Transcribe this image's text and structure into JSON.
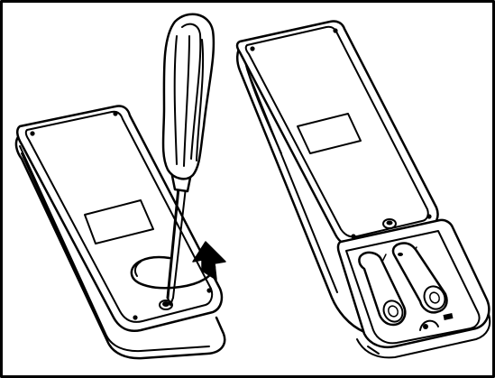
{
  "figure": {
    "kind": "line-art instruction illustration",
    "ink_color": "#000000",
    "paper_color": "#ffffff",
    "panels": [
      {
        "name": "remove-cover-screw",
        "icons": [
          "remote-back-icon",
          "screwdriver-icon",
          "rotate-counterclockwise-arrow-icon",
          "cover-screw-icon"
        ]
      },
      {
        "name": "battery-compartment-open",
        "icons": [
          "remote-back-icon",
          "battery-compartment-icon",
          "battery-icon",
          "battery-icon"
        ]
      }
    ]
  }
}
